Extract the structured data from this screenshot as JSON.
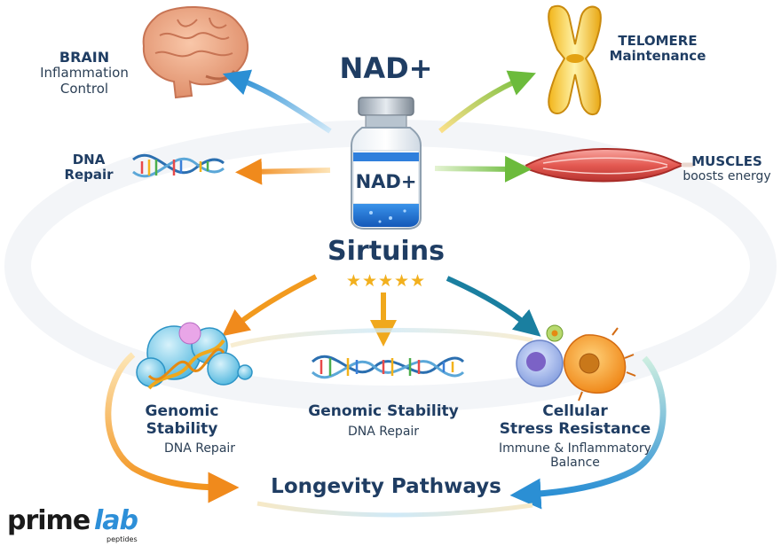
{
  "center": {
    "title": "NAD+",
    "vial_label": "NAD+",
    "hub": "Sirtuins",
    "stars": "★★★★★"
  },
  "targets": {
    "brain": {
      "title": "BRAIN",
      "line1": "Inflammation",
      "line2": "Control"
    },
    "dna": {
      "line1": "DNA",
      "line2": "Repair"
    },
    "telomere": {
      "line1": "TELOMERE",
      "line2": "Maintenance"
    },
    "muscles": {
      "title": "MUSCLES",
      "subtitle": "boosts energy"
    }
  },
  "pathways": {
    "left": {
      "line1": "Genomic",
      "line2": "Stability",
      "subtitle": "DNA Repair"
    },
    "middle": {
      "title": "Genomic Stability",
      "subtitle": "DNA Repair"
    },
    "right": {
      "line1": "Cellular",
      "line2": "Stress Resistance",
      "sub1": "Immune & Inflammatory",
      "sub2": "Balance"
    }
  },
  "outcome": "Longevity Pathways",
  "logo": {
    "prime": "prime",
    "lab": "lab",
    "tagline": "peptides"
  },
  "colors": {
    "navy": "#1f3d63",
    "blue_arrow": "#2b8fd4",
    "orange_arrow": "#f08a1c",
    "green_arrow": "#6cbb3c",
    "teal_arrow": "#1a8aa8",
    "star": "#f2b01e",
    "vial_blue": "#1e73d6"
  },
  "icons": [
    "brain-icon",
    "dna-helix-icon",
    "chromosome-icon",
    "muscle-icon",
    "vial-icon",
    "protein-cluster-icon",
    "immune-cells-icon"
  ]
}
